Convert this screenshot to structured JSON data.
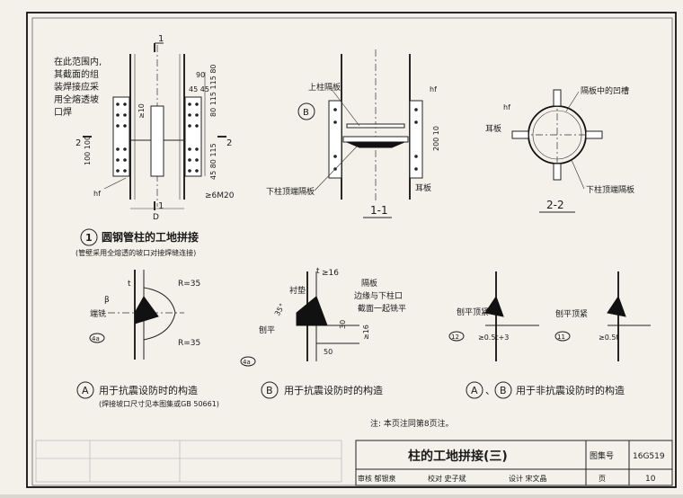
{
  "view1": {
    "note_lines": [
      "在此范围内,",
      "其截面的组",
      "装焊接应采",
      "用全熔透坡",
      "口焊"
    ],
    "section_1": "1",
    "section_2": "2",
    "dim_D": "D",
    "dims": [
      "90",
      "45 45",
      "100 100",
      "80 115 115 80",
      "45 80 115",
      "≥10"
    ],
    "bolt": "≥6M20",
    "hf": "hf",
    "number": "1",
    "title": "圆钢管柱的工地拼接",
    "subtitle": "(管壁采用全熔透的坡口对接焊缝连接)"
  },
  "view11": {
    "upper_plate": "上柱隔板",
    "lower_plate": "下柱顶端隔板",
    "ear_plate": "耳板",
    "hf": "hf",
    "dim": "200 10",
    "callout": "B",
    "label": "1-1"
  },
  "view22": {
    "groove": "隔板中的凹槽",
    "ear_plate": "耳板",
    "hf": "hf",
    "lower_plate": "下柱顶端隔板",
    "label": "2-2"
  },
  "detailA": {
    "r_top": "R=35",
    "r_bottom": "R=35",
    "cope": "端铣",
    "t": "t",
    "beta": "β",
    "weld": "4a",
    "letter": "A",
    "title": "用于抗震设防时的构造",
    "note": "(焊接坡口尺寸见本图集或GB 50661)"
  },
  "detailB": {
    "backing": "衬垫",
    "t": "t",
    "ge16": "≥16",
    "diaphragm": "隔板",
    "edge_lines": [
      "边缘与下柱口",
      "截面一起铣平"
    ],
    "angle": "35°",
    "flush": "刨平",
    "d30": "30",
    "d50": "50",
    "weld": "4a",
    "letter": "B",
    "title": "用于抗震设防时的构造"
  },
  "nonseismic": {
    "milled": "刨平顶紧",
    "d1": "≥0.5t+3",
    "d2": "≥0.5t",
    "weld1": "12",
    "weld2": "11",
    "letter_a": "A",
    "sep": "、",
    "letter_b": "B",
    "title": "用于非抗震设防时的构造"
  },
  "note": "注: 本页注同第8页注。",
  "title_block": {
    "title": "柱的工地拼接(三)",
    "atlas_label": "图集号",
    "atlas_no": "16G519",
    "roles": [
      "审核 郁银泉",
      "校对 史子斌",
      "设计 宋文晶"
    ],
    "names": [
      "",
      "",
      ""
    ],
    "page_label": "页",
    "page": "10"
  }
}
